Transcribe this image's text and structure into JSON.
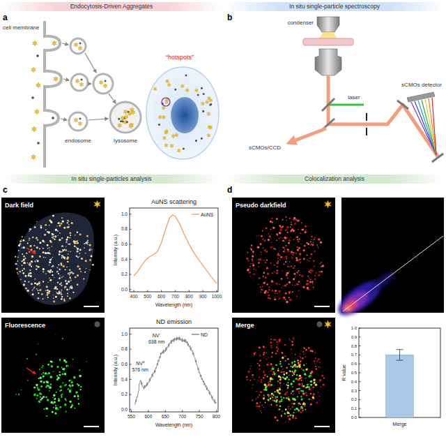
{
  "diagram": {
    "nodes": [
      {
        "text": [
          "Endocytosis-Driven Aggregates"
        ]
      },
      {
        "text": [
          "In situ single-particle spectroscopy"
        ]
      },
      {
        "text": [
          "In situ single-particles analysis"
        ]
      },
      {
        "text": [
          "Colocalization analysis"
        ]
      },
      {
        "text": [
          "Dark field"
        ]
      },
      {
        "text": [
          "Fluorescence"
        ]
      },
      {
        "text": [
          "Pseudo darkfield"
        ]
      },
      {
        "text": [
          "Merge"
        ]
      }
    ],
    "labels": [
      "a",
      "b",
      "c",
      "d",
      "cell membrane",
      "endosome",
      "lysosome",
      "“hotspots”",
      "condenser",
      "laser",
      "sCMOs detector",
      "sCMOs/CCD",
      "AuNS scattering",
      "Intensity (a.u.)",
      "Wavelength (nm)",
      "0.0",
      "0.2",
      "0.4",
      "0.6",
      "0.8",
      "1.0",
      "400",
      "500",
      "600",
      "700",
      "800",
      "900",
      "1000",
      "ND emission",
      "Intensity (a.u.)",
      "Wavelength (nm)",
      "0.0",
      "0.2",
      "0.4",
      "0.6",
      "0.8",
      "1.0",
      "550",
      "600",
      "650",
      "700",
      "750",
      "800",
      "NV⁰",
      "576 nm",
      "NV⁻",
      "638 nm",
      "R value",
      "Merge",
      "0.0",
      "0.1",
      "0.2",
      "0.3",
      "0.4",
      "0.5",
      "0.6",
      "0.7",
      "0.8",
      "0.9",
      "1.0"
    ],
    "legend": [
      {
        "text": "AuNS"
      },
      {
        "text": "ND"
      }
    ]
  }
}
